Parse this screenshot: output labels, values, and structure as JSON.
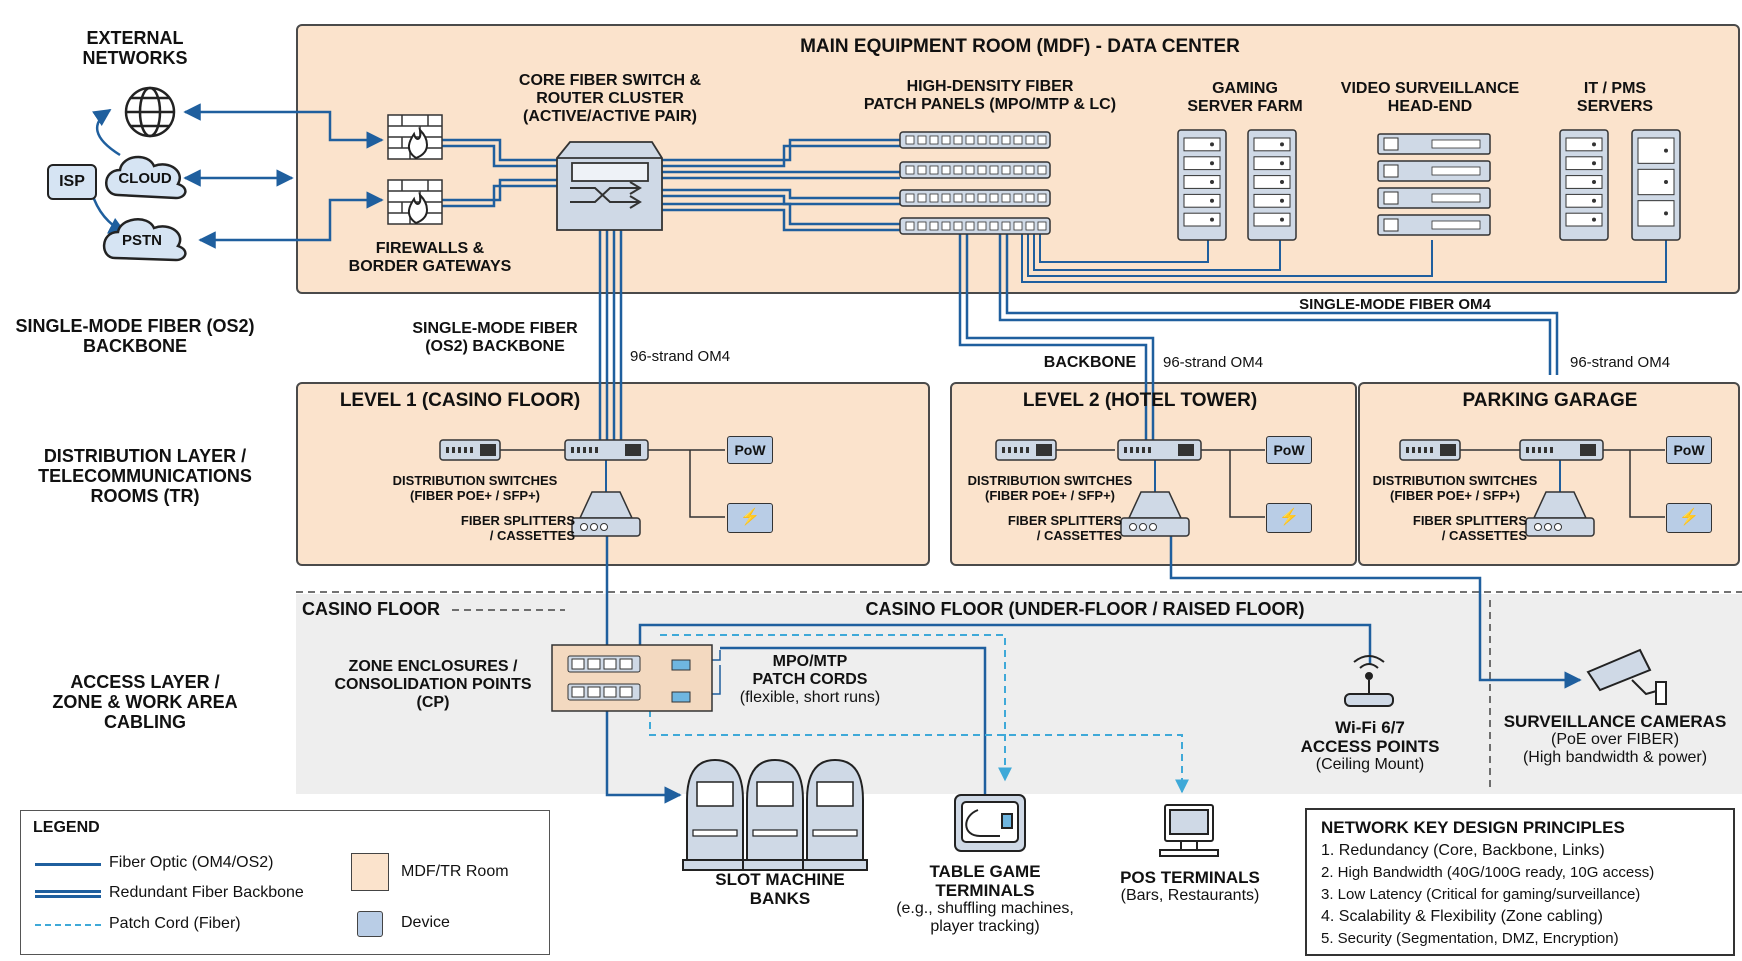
{
  "colors": {
    "fiber": "#1f5f9e",
    "patch": "#3fa9d8",
    "room": "#fbe3cc",
    "device": "#b9cde6",
    "floor": "#eeeeee"
  },
  "external": {
    "title_l1": "EXTERNAL",
    "title_l2": "NETWORKS",
    "isp": "ISP",
    "cloud": "CLOUD",
    "pstn": "PSTN"
  },
  "mdf": {
    "title": "MAIN EQUIPMENT ROOM (MDF) - DATA CENTER",
    "core_l1": "CORE FIBER SWITCH &",
    "core_l2": "ROUTER CLUSTER",
    "core_l3": "(ACTIVE/ACTIVE PAIR)",
    "patch_l1": "HIGH-DENSITY FIBER",
    "patch_l2": "PATCH PANELS (MPO/MTP & LC)",
    "gaming_l1": "GAMING",
    "gaming_l2": "SERVER FARM",
    "video_l1": "VIDEO SURVEILLANCE",
    "video_l2": "HEAD-END",
    "it_l1": "IT / PMS",
    "it_l2": "SERVERS",
    "fw_l1": "FIREWALLS &",
    "fw_l2": "BORDER GATEWAYS"
  },
  "backbone": {
    "left_l1": "SINGLE-MODE FIBER (OS2)",
    "left_l2": "BACKBONE",
    "mid_l1": "SINGLE-MODE FIBER",
    "mid_l2": "(OS2) BACKBONE",
    "strand1": "96-strand OM4",
    "sm_om4": "SINGLE-MODE FIBER OM4",
    "backbone_word": "BACKBONE",
    "strand2": "96-strand OM4",
    "strand3": "96-strand OM4"
  },
  "dist": {
    "l1": "DISTRIBUTION LAYER /",
    "l2": "TELECOMMUNICATIONS",
    "l3": "ROOMS (TR)"
  },
  "rooms": [
    {
      "title": "LEVEL 1 (CASINO FLOOR)"
    },
    {
      "title": "LEVEL 2 (HOTEL TOWER)"
    },
    {
      "title": "PARKING GARAGE"
    }
  ],
  "room_labels": {
    "ds_l1": "DISTRIBUTION SWITCHES",
    "ds_l2": "(FIBER POE+ / SFP+)",
    "fs_l1": "FIBER SPLITTERS",
    "fs_l2": "/ CASSETTES",
    "pow": "PoW"
  },
  "casino": {
    "floor_left": "CASINO FLOOR",
    "floor_main": "CASINO FLOOR (UNDER-FLOOR / RAISED FLOOR)"
  },
  "access": {
    "l1": "ACCESS LAYER /",
    "l2": "ZONE & WORK AREA",
    "l3": "CABLING"
  },
  "zone": {
    "l1": "ZONE ENCLOSURES /",
    "l2": "CONSOLIDATION POINTS",
    "l3": "(CP)"
  },
  "mpo": {
    "l1": "MPO/MTP",
    "l2": "PATCH CORDS",
    "l3": "(flexible, short runs)"
  },
  "wifi": {
    "l1": "Wi-Fi 6/7",
    "l2": "ACCESS POINTS",
    "l3": "(Ceiling Mount)"
  },
  "cams": {
    "l1": "SURVEILLANCE CAMERAS",
    "l2": "(PoE over FIBER)",
    "l3": "(High bandwidth & power)"
  },
  "slot": {
    "l1": "SLOT MACHINE",
    "l2": "BANKS"
  },
  "table": {
    "l1": "TABLE GAME",
    "l2": "TERMINALS",
    "l3": "(e.g., shuffling machines,",
    "l4": "player tracking)"
  },
  "pos": {
    "l1": "POS TERMINALS",
    "l2": "(Bars, Restaurants)"
  },
  "legend": {
    "title": "LEGEND",
    "fiber": "Fiber Optic (OM4/OS2)",
    "redundant": "Redundant Fiber Backbone",
    "patch": "Patch Cord (Fiber)",
    "room": "MDF/TR Room",
    "device": "Device"
  },
  "principles": {
    "title": "NETWORK KEY DESIGN PRINCIPLES",
    "items": [
      "1. Redundancy (Core, Backbone, Links)",
      "2. High Bandwidth (40G/100G ready, 10G access)",
      "3. Low Latency (Critical for gaming/surveillance)",
      "4. Scalability & Flexibility (Zone cabling)",
      "5. Security (Segmentation, DMZ, Encryption)"
    ]
  }
}
